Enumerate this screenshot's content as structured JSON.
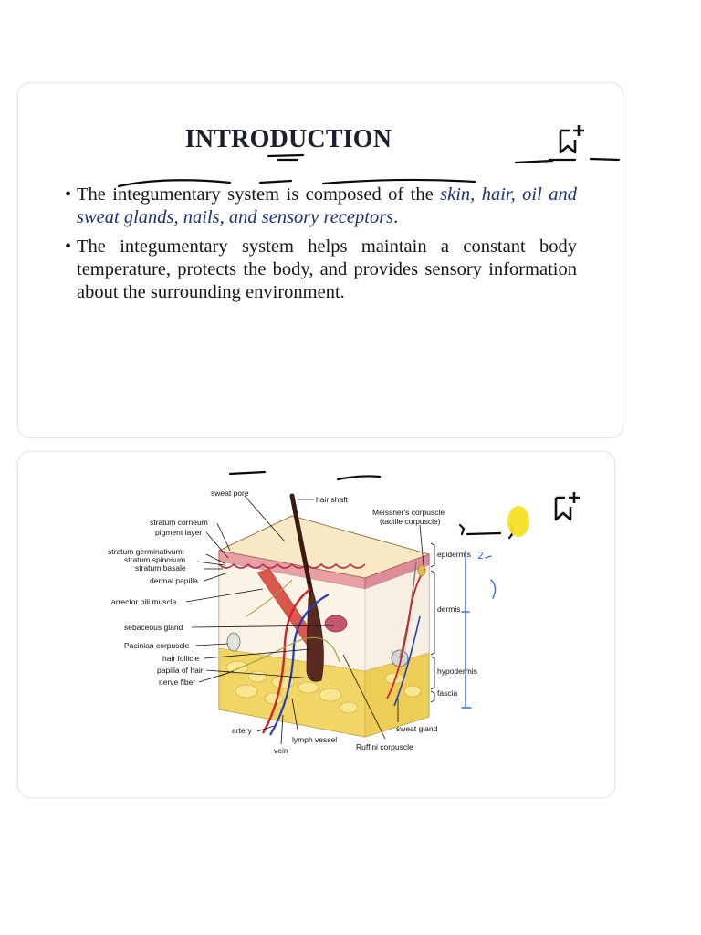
{
  "slide1": {
    "title": "INTRODUCTION",
    "bullet1_plain": "The integumentary system is composed of the ",
    "bullet1_italic": "skin, hair, oil and sweat glands, nails, and sensory receptors",
    "bullet1_end": ".",
    "bullet2": "The integumentary system helps maintain a constant body temperature, protects the body, and provides sensory information about the surrounding environment."
  },
  "slide2": {
    "labels_left": [
      "sweat pore",
      "stratum corneum",
      "pigment layer",
      "stratum germinativum:",
      "stratum spinosum",
      "stratum basale",
      "dermal papilla",
      "arrector pili muscle",
      "sebaceous gland",
      "Pacinian corpuscle",
      "hair follicle",
      "papilla of hair",
      "nerve fiber",
      "artery"
    ],
    "labels_top": [
      "hair shaft",
      "Meissner's corpuscle",
      "(tactile corpuscle)"
    ],
    "labels_right": [
      "epidermis",
      "dermis",
      "hypodermis",
      "fascia",
      "sweat gland"
    ],
    "labels_bottom": [
      "lymph vessel",
      "vein",
      "Ruffini corpuscle"
    ],
    "annotations": [
      "2"
    ]
  },
  "colors": {
    "title": "#1a1f2e",
    "emphasis": "#1d2f73",
    "highlight": "#f7e224",
    "pen_blue": "#3b67d6"
  },
  "icons": [
    "bookmark-add-icon"
  ]
}
